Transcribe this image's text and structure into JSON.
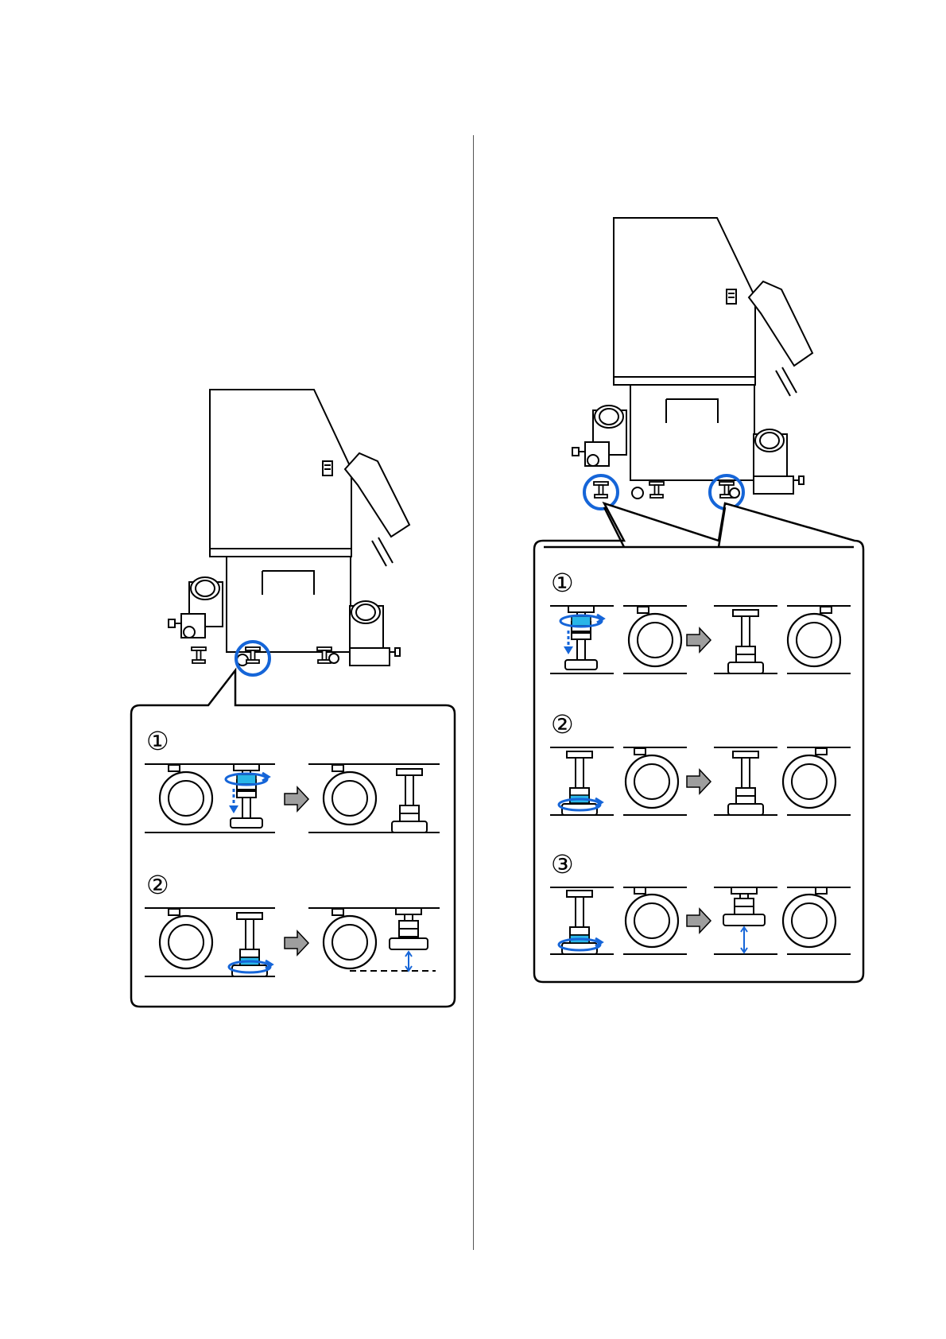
{
  "left_figure": {
    "steps": [
      {
        "label": "①"
      },
      {
        "label": "②"
      }
    ]
  },
  "right_figure": {
    "steps": [
      {
        "label": "①"
      },
      {
        "label": "②"
      },
      {
        "label": "③"
      }
    ]
  },
  "colors": {
    "line": "#000000",
    "highlight_blue": "#1565d8",
    "nut_cyan": "#29b6e8",
    "arrow_gray": "#9e9e9e"
  }
}
